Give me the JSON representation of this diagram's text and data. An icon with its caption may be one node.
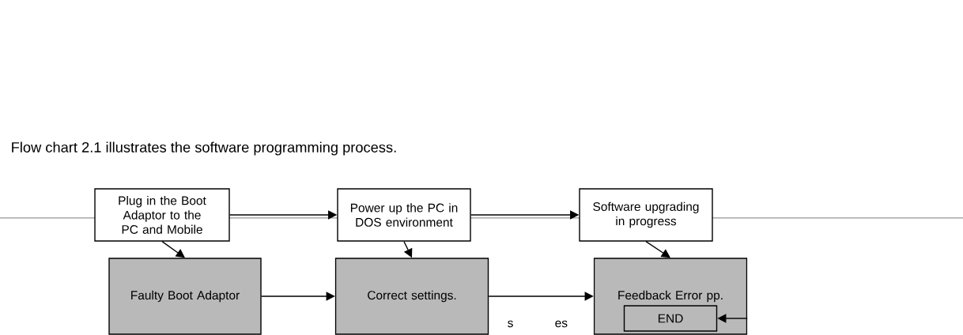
{
  "diagram": {
    "nodes": [
      {
        "text": [
          "Plug in the Boot Adaptor to the PC and Mobile"
        ]
      },
      {
        "text": [
          "Power up the PC in DOS environment"
        ]
      },
      {
        "text": [
          "Software upgrading in progress"
        ]
      },
      {
        "text": [
          "Faulty Boot Adaptor"
        ]
      },
      {
        "text": [
          "Correct settings."
        ]
      },
      {
        "text": [
          "Feedback Error",
          "pp."
        ]
      },
      {
        "text": [
          "END"
        ],
        "in": 5
      }
    ],
    "edges": [
      {
        "from": 0,
        "to": 1,
        "arrow": "to"
      },
      {
        "from": 1,
        "to": 2,
        "arrow": "to"
      },
      {
        "from": 0,
        "to": 3,
        "arrow": "to"
      },
      {
        "from": 1,
        "to": 4,
        "arrow": "to"
      },
      {
        "from": 3,
        "to": 4,
        "arrow": "to"
      },
      {
        "from": 4,
        "to": 5,
        "arrow": "to"
      },
      {
        "from": 2,
        "to": 5,
        "arrow": "to"
      },
      {
        "from": 5,
        "to": 6,
        "arrow": "to"
      }
    ],
    "labels": [
      "Flow chart 2.1 illustrates the software programming process.",
      "s",
      "es"
    ]
  }
}
